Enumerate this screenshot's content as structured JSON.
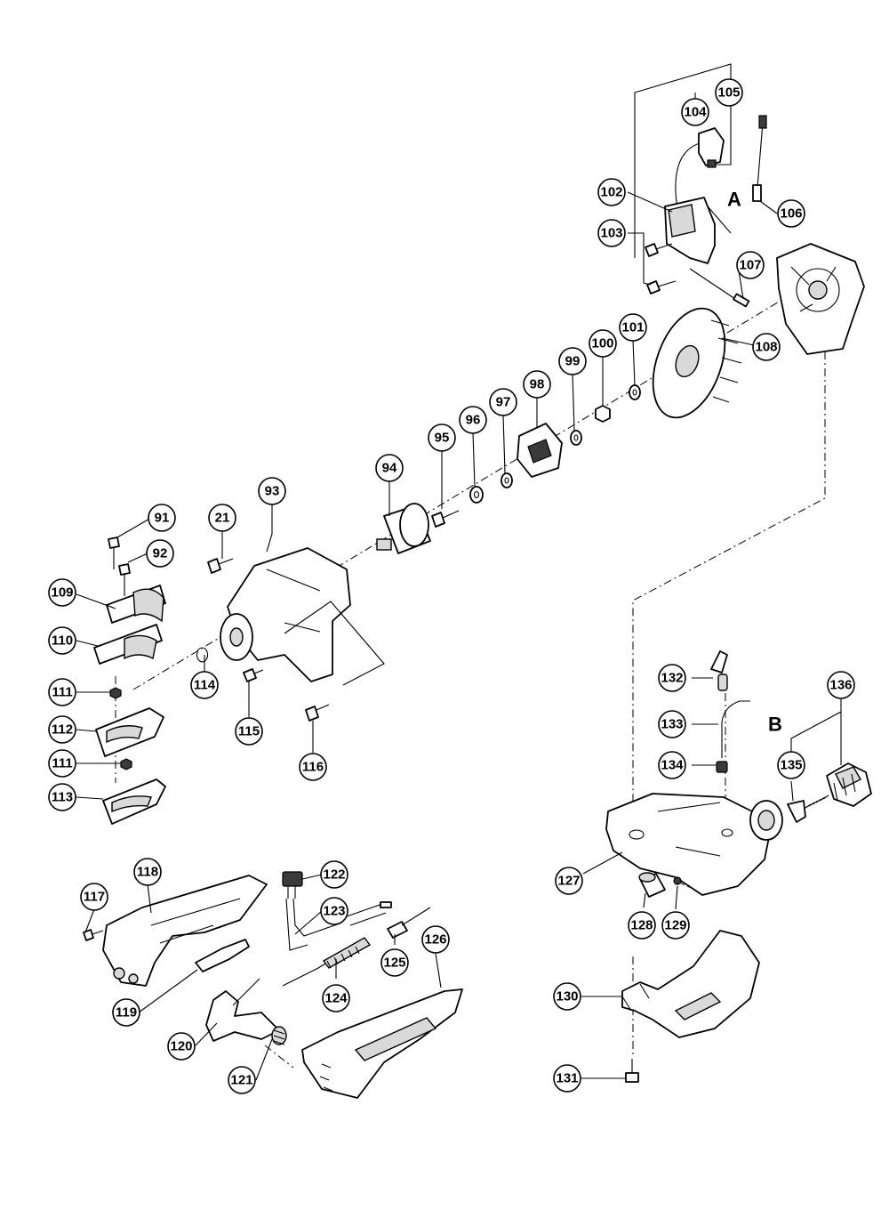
{
  "callouts": [
    "21",
    "91",
    "92",
    "93",
    "94",
    "95",
    "96",
    "97",
    "98",
    "99",
    "100",
    "101",
    "102",
    "103",
    "104",
    "105",
    "106",
    "107",
    "108",
    "109",
    "110",
    "111",
    "111",
    "112",
    "113",
    "114",
    "115",
    "116",
    "117",
    "118",
    "119",
    "120",
    "121",
    "122",
    "123",
    "124",
    "125",
    "126",
    "127",
    "128",
    "129",
    "130",
    "131",
    "132",
    "133",
    "134",
    "135",
    "136"
  ],
  "connector_labels": {
    "a": "A",
    "b": "B"
  }
}
